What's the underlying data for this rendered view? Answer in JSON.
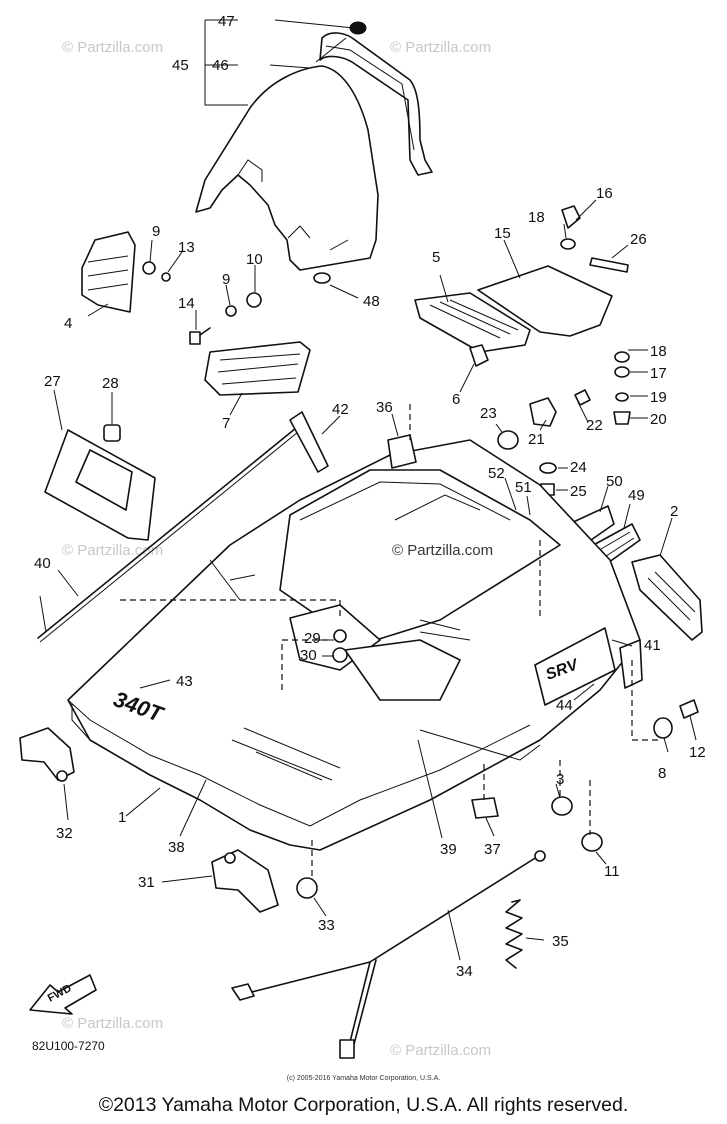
{
  "watermark": "© Partzilla.com",
  "center_watermark": "© Partzilla.com",
  "diagram_code": "82U100-7270",
  "fwd_label": "FWD",
  "hood_model_text": "340T",
  "hood_brand_text": "SRV",
  "small_copyright": "(c) 2005-2016 Yamaha Motor Corporation, U.S.A.",
  "copyright": "©2013 Yamaha Motor Corporation, U.S.A. All rights reserved.",
  "callouts": {
    "p1": "1",
    "p2": "2",
    "p3": "3",
    "p4": "4",
    "p5": "5",
    "p6": "6",
    "p7": "7",
    "p8": "8",
    "p9a": "9",
    "p9b": "9",
    "p10": "10",
    "p11": "11",
    "p12": "12",
    "p13": "13",
    "p14": "14",
    "p15": "15",
    "p16": "16",
    "p17": "17",
    "p18a": "18",
    "p18b": "18",
    "p19": "19",
    "p20": "20",
    "p21": "21",
    "p22": "22",
    "p23": "23",
    "p24": "24",
    "p25": "25",
    "p26": "26",
    "p27": "27",
    "p28": "28",
    "p29": "29",
    "p30": "30",
    "p31": "31",
    "p32": "32",
    "p33": "33",
    "p34": "34",
    "p35": "35",
    "p36": "36",
    "p37": "37",
    "p38": "38",
    "p39": "39",
    "p40": "40",
    "p41": "41",
    "p42": "42",
    "p43": "43",
    "p44": "44",
    "p45": "45",
    "p46": "46",
    "p47": "47",
    "p48": "48",
    "p49": "49",
    "p50": "50",
    "p51": "51",
    "p52": "52"
  }
}
